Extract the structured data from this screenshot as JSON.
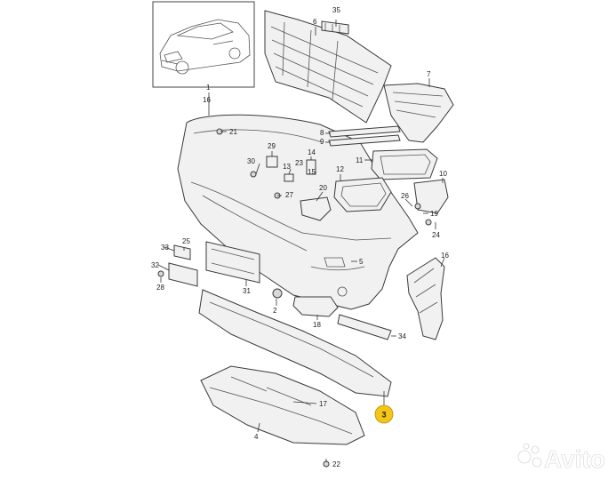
{
  "callouts": {
    "c1": "1",
    "c2": "2",
    "c3": "3",
    "c4": "4",
    "c5": "5",
    "c6": "6",
    "c7": "7",
    "c8": "8",
    "c9": "9",
    "c10": "10",
    "c11": "11",
    "c12": "12",
    "c13": "13",
    "c14": "14",
    "c15": "15",
    "c16": "16",
    "c17": "17",
    "c18": "18",
    "c19": "19",
    "c20": "20",
    "c21": "21",
    "c22": "22",
    "c23": "23",
    "c24": "24",
    "c25": "25",
    "c26": "26",
    "c27": "27",
    "c28": "28",
    "c29": "29",
    "c30": "30",
    "c31": "31",
    "c32": "32",
    "c33": "33",
    "c34": "34",
    "c35": "35"
  },
  "highlighted_callout": "3",
  "colors": {
    "highlight": "#f5c518",
    "line": "#333333",
    "part_fill": "#f1f1f1"
  },
  "watermark": {
    "text": "Avito",
    "icon": "avito-logo-icon"
  }
}
